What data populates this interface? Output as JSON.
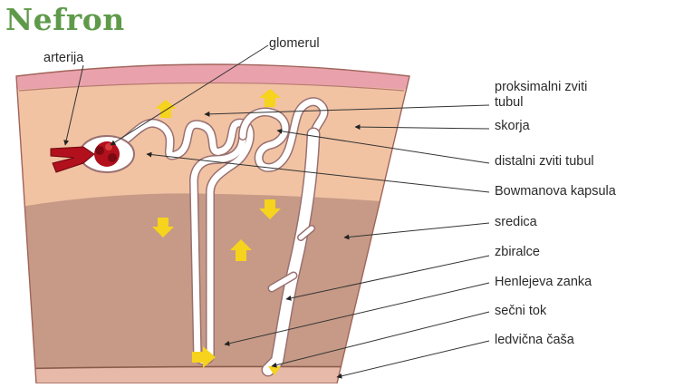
{
  "diagram": {
    "title": "Nefron",
    "labels": {
      "arterija": "arterija",
      "glomerul": "glomerul",
      "proksimalni_1": "proksimalni zviti",
      "proksimalni_2": "tubul",
      "skorja": "skorja",
      "distalni": "distalni zviti tubul",
      "bowmanova": "Bowmanova kapsula",
      "sredica": "sredica",
      "zbiralce": "zbiralce",
      "henlejeva": "Henlejeva zanka",
      "secni_tok": "sečni tok",
      "ledvicna": "ledvična čaša"
    },
    "colors": {
      "title": "#5f9a4a",
      "rim": "#e9a2ac",
      "cortex": "#f1c3a3",
      "medulla": "#c69a86",
      "tubule": "#ffffff",
      "artery": "#b1101c",
      "arrow": "#f6d31c",
      "leader": "#333333"
    }
  }
}
